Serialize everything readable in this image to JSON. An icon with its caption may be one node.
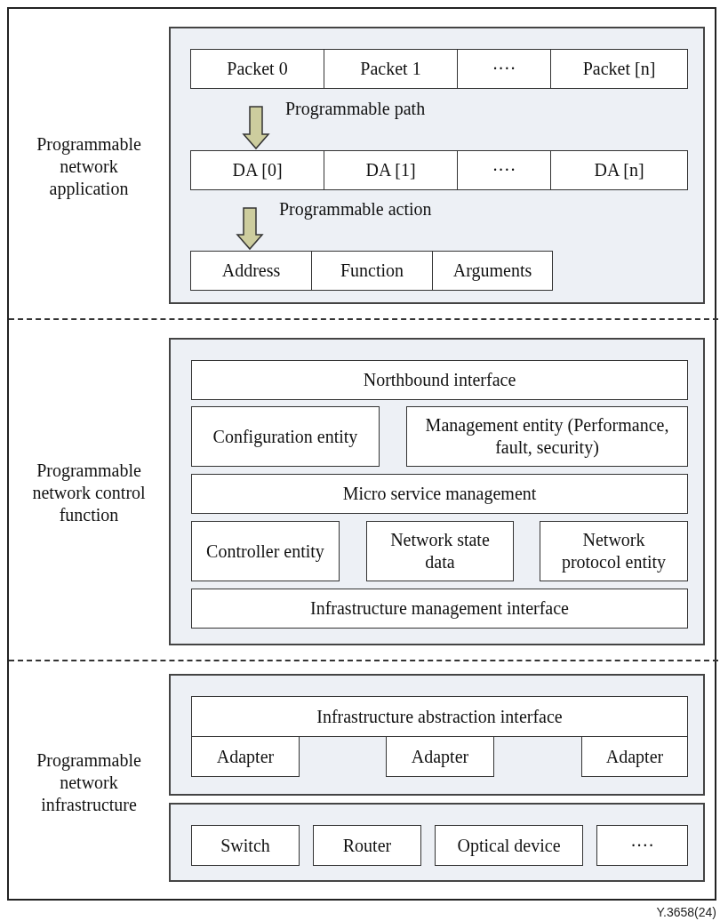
{
  "diagram": {
    "caption": "Y.3658(24)",
    "nodes": [
      {
        "text": [],
        "shape": "box"
      },
      {
        "text": [
          "Packet 0"
        ],
        "in": 0
      },
      {
        "text": [
          "Packet 1"
        ],
        "in": 0
      },
      {
        "text": [
          "····"
        ],
        "in": 0
      },
      {
        "text": [
          "Packet [n]"
        ],
        "in": 0
      },
      {
        "text": [
          "DA [0]"
        ],
        "in": 0
      },
      {
        "text": [
          "DA [1]"
        ],
        "in": 0
      },
      {
        "text": [
          "····"
        ],
        "in": 0
      },
      {
        "text": [
          "DA [n]"
        ],
        "in": 0
      },
      {
        "text": [
          "Address"
        ],
        "in": 0
      },
      {
        "text": [
          "Function"
        ],
        "in": 0
      },
      {
        "text": [
          "Arguments"
        ],
        "in": 0
      },
      {
        "text": [],
        "shape": "box"
      },
      {
        "text": [
          "Northbound interface"
        ],
        "in": 12
      },
      {
        "text": [
          "Configuration entity"
        ],
        "in": 12
      },
      {
        "text": [
          "Management entity (Performance, fault, security)"
        ],
        "in": 12
      },
      {
        "text": [
          "Micro service management"
        ],
        "in": 12
      },
      {
        "text": [
          "Controller entity"
        ],
        "in": 12
      },
      {
        "text": [
          "Network state data"
        ],
        "in": 12
      },
      {
        "text": [
          "Network protocol entity"
        ],
        "in": 12
      },
      {
        "text": [
          "Infrastructure management interface"
        ],
        "in": 12
      },
      {
        "text": [],
        "shape": "box"
      },
      {
        "text": [
          "Infrastructure abstraction interface"
        ],
        "in": 21
      },
      {
        "text": [
          "Adapter"
        ],
        "in": 21
      },
      {
        "text": [
          "Adapter"
        ],
        "in": 21
      },
      {
        "text": [
          "Adapter"
        ],
        "in": 21
      },
      {
        "text": [],
        "shape": "box"
      },
      {
        "text": [
          "Switch"
        ],
        "in": 26
      },
      {
        "text": [
          "Router"
        ],
        "in": 26
      },
      {
        "text": [
          "Optical device"
        ],
        "in": 26
      },
      {
        "text": [
          "····"
        ],
        "in": 26
      }
    ],
    "edges": [
      {
        "from": 1,
        "to": 5,
        "arrow": "to",
        "label": "Programmable path",
        "style": "thick"
      },
      {
        "from": 5,
        "to": 9,
        "arrow": "to",
        "label": "Programmable action",
        "style": "thick"
      }
    ],
    "labels": [
      "Programmable network application",
      "Programmable network control function",
      "Programmable network infrastructure"
    ]
  }
}
